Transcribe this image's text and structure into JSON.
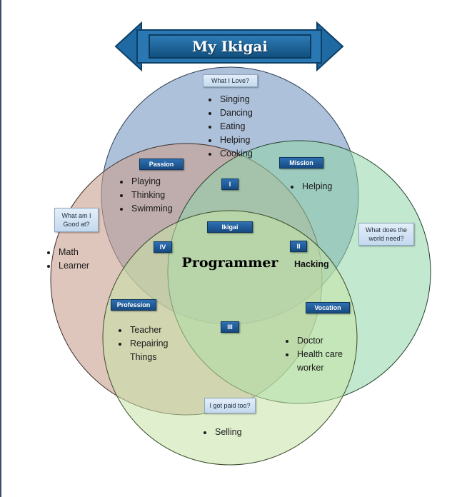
{
  "title": "My Ikigai",
  "circles": {
    "love": {
      "color": "#8fa9cc",
      "label": "What I Love?",
      "items": [
        "Singing",
        "Dancing",
        "Eating",
        "Helping",
        "Cooking"
      ]
    },
    "good_at": {
      "color": "#c9a08f",
      "label": "What am I Good at?",
      "items": [
        "Math",
        "Learner"
      ]
    },
    "world_needs": {
      "color": "#8fd6a8",
      "label": "What does the world need?",
      "items": []
    },
    "paid": {
      "color": "#c7e4a6",
      "label": "I got paid too?",
      "items": [
        "Selling"
      ]
    }
  },
  "overlaps": {
    "passion": {
      "label": "Passion",
      "items": [
        "Playing",
        "Thinking",
        "Swimming"
      ]
    },
    "mission": {
      "label": "Mission",
      "items": [
        "Helping"
      ]
    },
    "profession": {
      "label": "Profession",
      "items": [
        "Teacher",
        "Repairing Things"
      ]
    },
    "vocation": {
      "label": "Vocation",
      "items": [
        "Doctor",
        "Health care worker"
      ]
    }
  },
  "roman": {
    "i": "I",
    "ii": "II",
    "iii": "III",
    "iv": "IV"
  },
  "center": {
    "label": "Ikigai",
    "value": "Programmer"
  },
  "hacking": "Hacking"
}
